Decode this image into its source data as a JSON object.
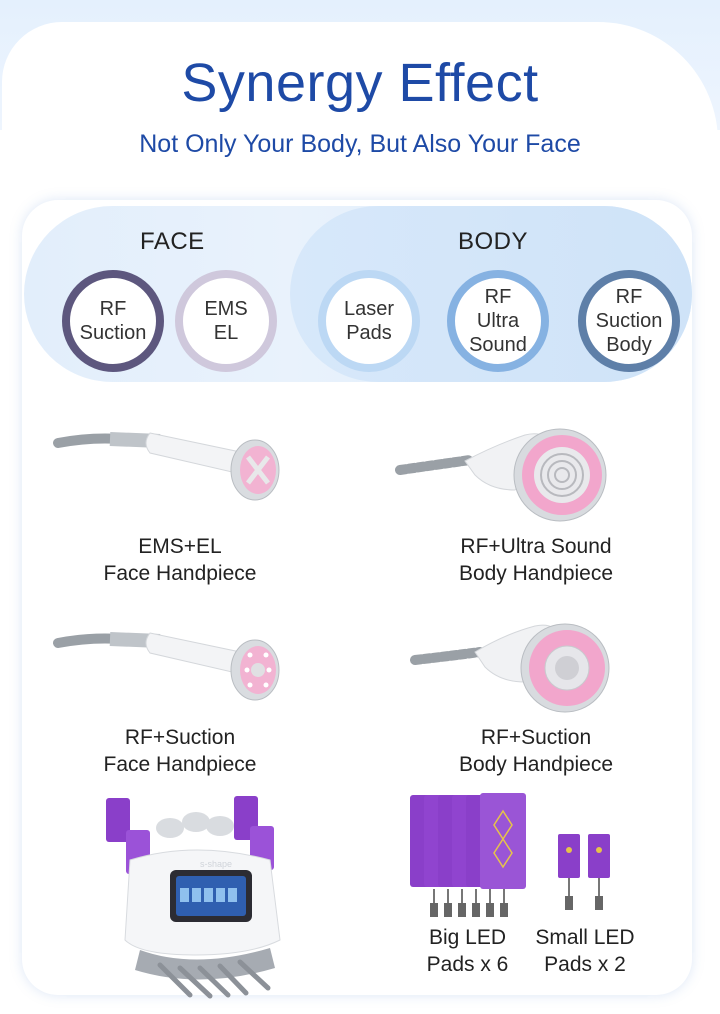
{
  "header": {
    "title": "Synergy Effect",
    "subtitle": "Not Only Your Body, But Also Your Face"
  },
  "face": {
    "label": "FACE",
    "circles": [
      {
        "line1": "RF",
        "line2": "Suction",
        "line3": ""
      },
      {
        "line1": "EMS",
        "line2": "EL",
        "line3": ""
      }
    ]
  },
  "body": {
    "label": "BODY",
    "circles": [
      {
        "line1": "Laser",
        "line2": "Pads",
        "line3": ""
      },
      {
        "line1": "RF",
        "line2": "Ultra",
        "line3": "Sound"
      },
      {
        "line1": "RF",
        "line2": "Suction",
        "line3": "Body"
      }
    ]
  },
  "handpieces": [
    {
      "line1": "EMS+EL",
      "line2": "Face Handpiece"
    },
    {
      "line1": "RF+Ultra Sound",
      "line2": "Body Handpiece"
    },
    {
      "line1": "RF+Suction",
      "line2": "Face Handpiece"
    },
    {
      "line1": "RF+Suction",
      "line2": "Body Handpiece"
    }
  ],
  "machine": {
    "brand": "s-shape"
  },
  "pads": [
    {
      "line1": "Big LED",
      "line2": "Pads x 6"
    },
    {
      "line1": "Small LED",
      "line2": "Pads x 2"
    }
  ],
  "colors": {
    "title_blue": "#1e4aa6",
    "ring_face_dark": "#5d577e",
    "ring_face_light": "#cfc8dc",
    "ring_body_light": "#bcd8f4",
    "ring_body_mid": "#86b2e2",
    "ring_body_dark": "#5e7fa8",
    "pink": "#f3a9cf",
    "pad_purple": "#8a3fc9"
  }
}
